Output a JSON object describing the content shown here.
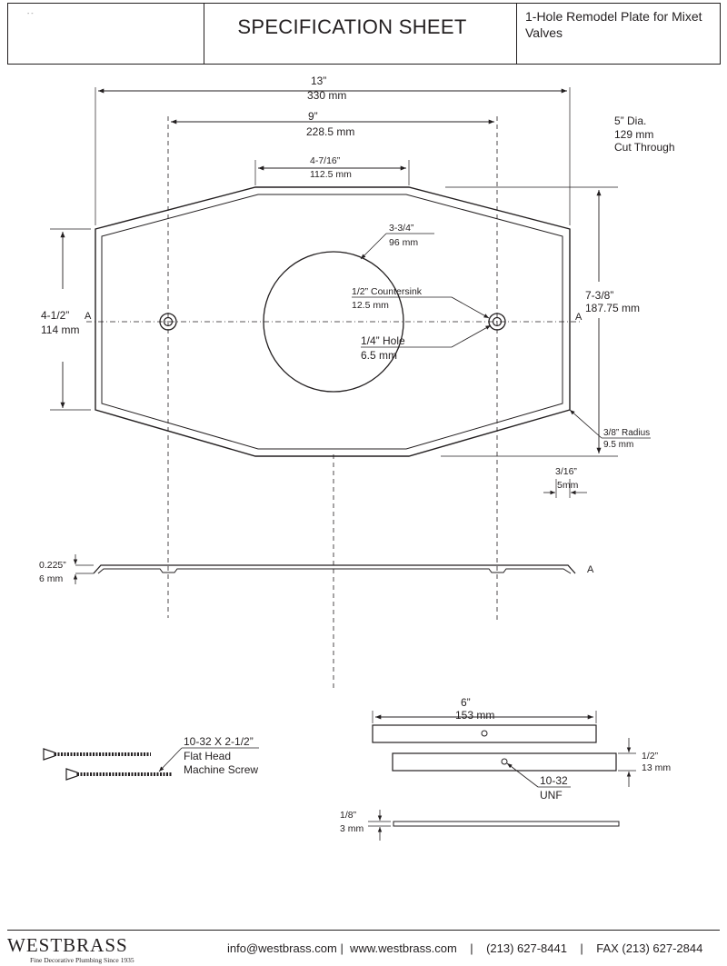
{
  "header": {
    "mark": "- -",
    "title": "SPECIFICATION SHEET",
    "product_line1": "1-Hole Remodel Plate for  Mixet",
    "product_line2": "Valves"
  },
  "dimensions": {
    "overall_width": {
      "in": "13”",
      "mm": "330 mm"
    },
    "hole_spacing": {
      "in": "9”",
      "mm": "228.5 mm"
    },
    "top_edge": {
      "in": "4-7/16”",
      "mm": "112.5 mm"
    },
    "cut_through": {
      "l1": "5” Dia.",
      "l2": "129 mm",
      "l3": "Cut Through"
    },
    "center_hole": {
      "in": "3-3/4”",
      "mm": "96 mm"
    },
    "countersink": {
      "in": "1/2” Countersink",
      "mm": "12.5 mm"
    },
    "small_hole": {
      "in": "1/4” Hole",
      "mm": "6.5 mm"
    },
    "side_height": {
      "in": "4-1/2”",
      "mm": "114 mm"
    },
    "overall_height": {
      "in": "7-3/8”",
      "mm": "187.75 mm"
    },
    "radius": {
      "in": "3/8” Radius",
      "mm": "9.5 mm"
    },
    "flange": {
      "in": "3/16”",
      "mm": "5mm"
    },
    "thickness": {
      "in": "0.225”",
      "mm": "6 mm"
    },
    "section_label": "A",
    "bracket_length": {
      "in": "6”",
      "mm": "153 mm"
    },
    "bracket_width": {
      "in": "1/2”",
      "mm": "13 mm"
    },
    "thread": {
      "l1": "10-32",
      "l2": "UNF"
    },
    "strip_thickness": {
      "in": "1/8”",
      "mm": "3 mm"
    }
  },
  "screw": {
    "l1": "10-32 X 2-1/2”",
    "l2": "Flat Head",
    "l3": "Machine Screw"
  },
  "footer": {
    "brand": "WESTBRASS",
    "tagline": "Fine Decorative Plumbing Since 1935",
    "contact": "info@westbrass.com |  www.westbrass.com    |    (213) 627-8441    |    FAX (213) 627-2844"
  }
}
